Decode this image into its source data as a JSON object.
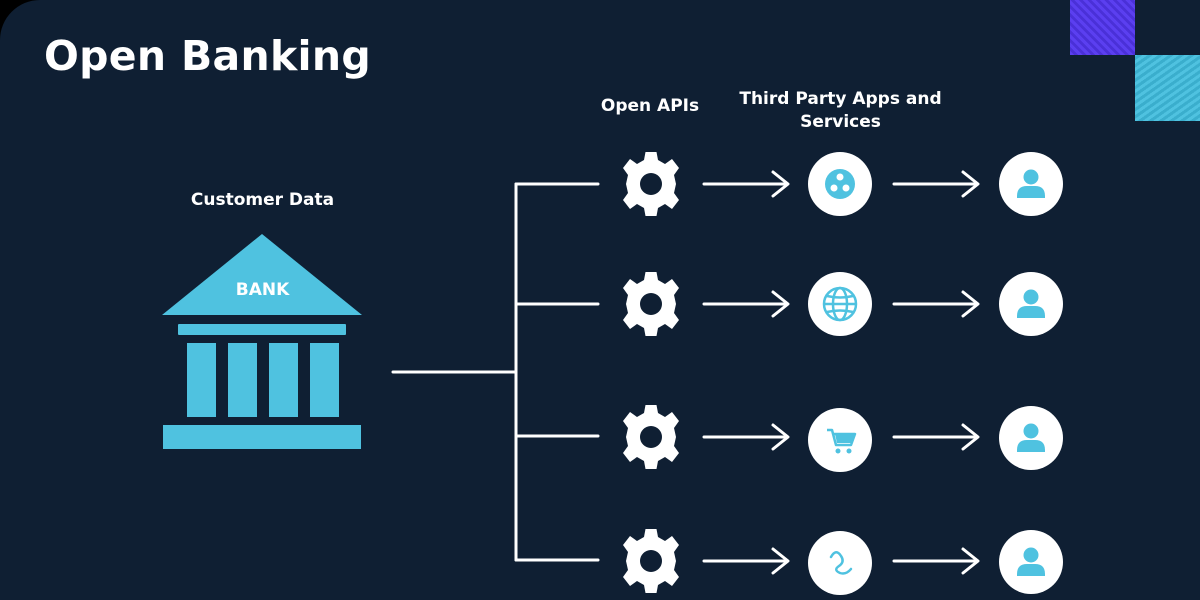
{
  "title": "Open Banking",
  "labels": {
    "customer_data": "Customer Data",
    "open_apis": "Open APIs",
    "third_party": "Third Party Apps and Services"
  },
  "bank": {
    "label": "BANK",
    "icon": "bank-icon"
  },
  "rows": [
    {
      "api_icon": "gear-icon",
      "service_icon": "dots-circle-icon",
      "user_icon": "user-icon"
    },
    {
      "api_icon": "gear-icon",
      "service_icon": "globe-icon",
      "user_icon": "user-icon"
    },
    {
      "api_icon": "gear-icon",
      "service_icon": "cart-icon",
      "user_icon": "user-icon"
    },
    {
      "api_icon": "gear-icon",
      "service_icon": "squiggle-icon",
      "user_icon": "user-icon"
    }
  ],
  "colors": {
    "background": "#0f1f33",
    "accent": "#4fc2e0",
    "purple": "#5b3ff0",
    "white": "#ffffff"
  }
}
